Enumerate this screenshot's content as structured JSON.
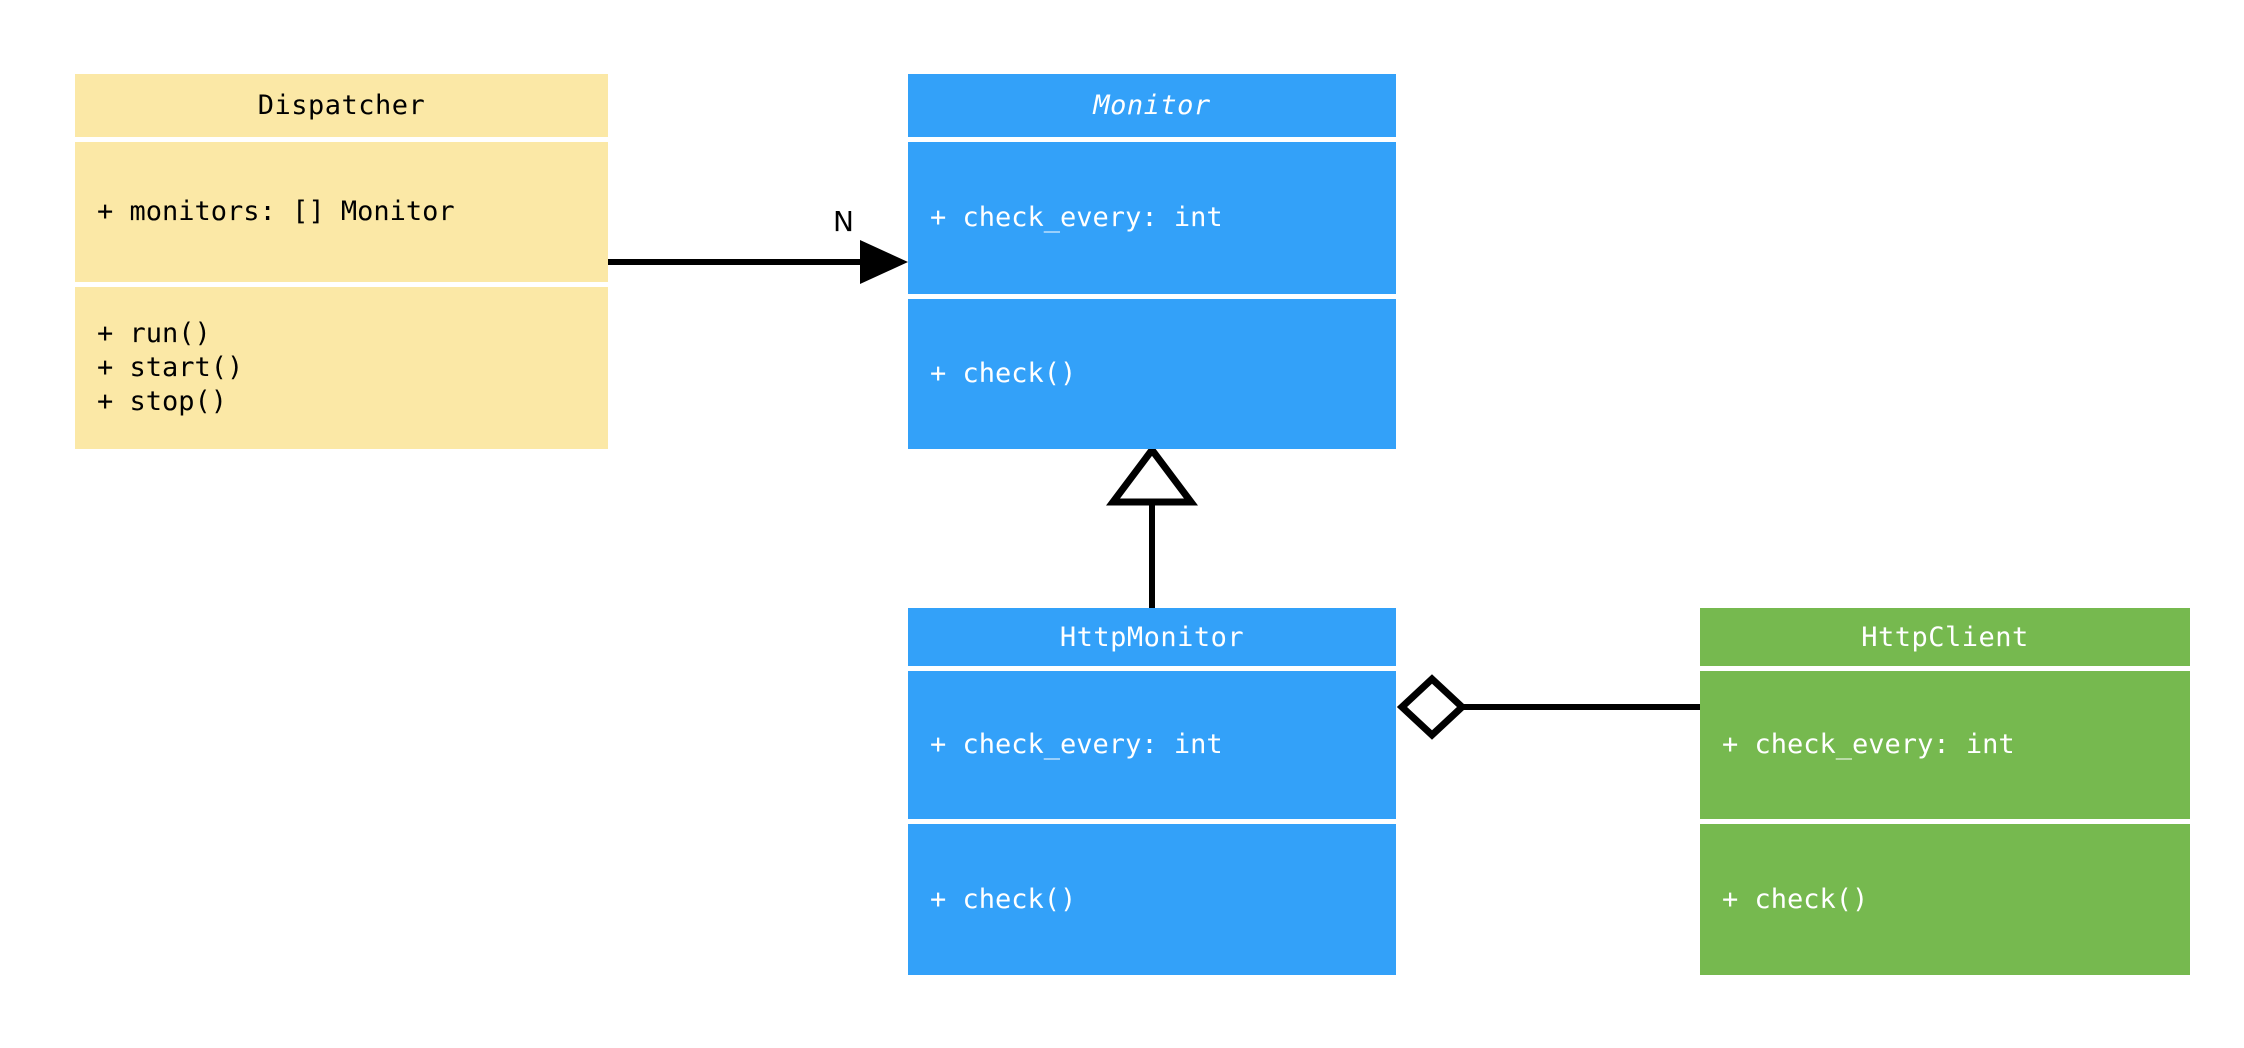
{
  "diagram": {
    "type": "uml-class-diagram",
    "background": "#ffffff",
    "palette": {
      "yellow": "#fbe8a6",
      "blue": "#33a1f9",
      "green": "#76b94f",
      "line": "#000000",
      "text_dark": "#000000",
      "text_light": "#ffffff"
    }
  },
  "classes": [
    {
      "id": "dispatcher",
      "name": "Dispatcher",
      "abstract": false,
      "theme": "theme-yellow",
      "attributes": [
        "+ monitors: [] Monitor"
      ],
      "methods": [
        "+ run()",
        "+ start()",
        "+ stop()"
      ]
    },
    {
      "id": "monitor",
      "name": "Monitor",
      "abstract": true,
      "theme": "theme-blue",
      "attributes": [
        "+ check_every: int"
      ],
      "methods": [
        "+ check()"
      ]
    },
    {
      "id": "httpmonitor",
      "name": "HttpMonitor",
      "abstract": false,
      "theme": "theme-blue",
      "attributes": [
        "+ check_every: int"
      ],
      "methods": [
        "+ check()"
      ]
    },
    {
      "id": "httpclient",
      "name": "HttpClient",
      "abstract": false,
      "theme": "theme-green",
      "attributes": [
        "+ check_every: int"
      ],
      "methods": [
        "+ check()"
      ]
    }
  ],
  "relations": [
    {
      "id": "dispatcher-to-monitor",
      "from": "dispatcher",
      "to": "monitor",
      "kind": "association",
      "arrowhead": "solid-filled",
      "label": "N"
    },
    {
      "id": "httpmonitor-inherits-monitor",
      "from": "httpmonitor",
      "to": "monitor",
      "kind": "inheritance",
      "arrowhead": "hollow-triangle",
      "label": ""
    },
    {
      "id": "httpmonitor-aggregates-httpclient",
      "from": "httpmonitor",
      "to": "httpclient",
      "kind": "aggregation",
      "arrowhead": "hollow-diamond",
      "label": ""
    }
  ]
}
